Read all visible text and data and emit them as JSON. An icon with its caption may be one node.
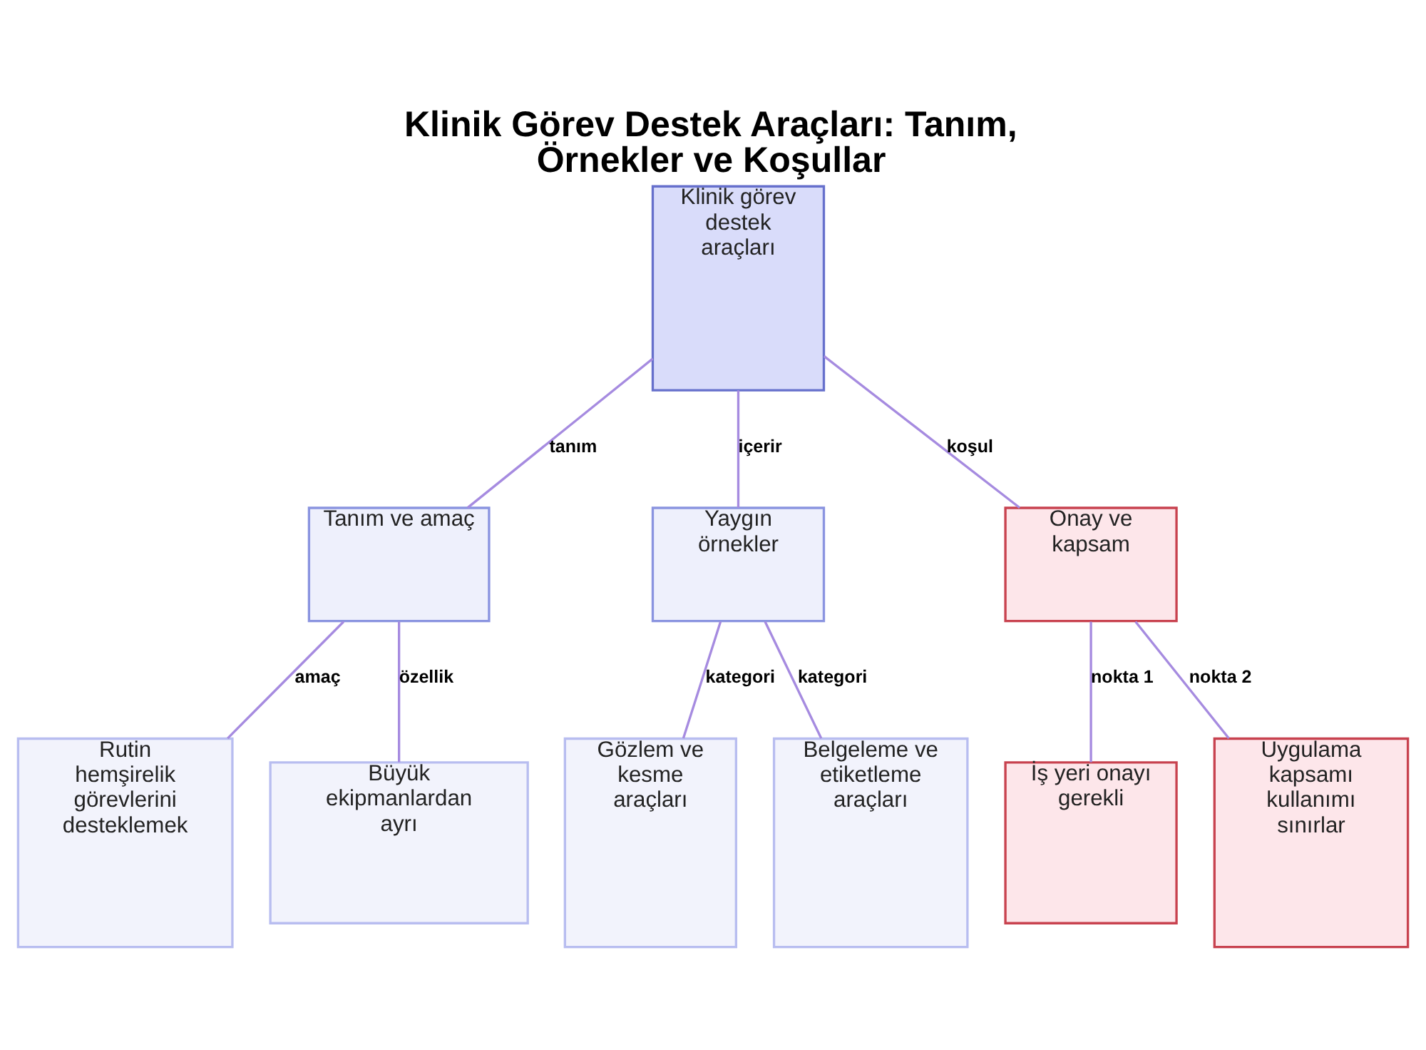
{
  "diagram": {
    "title": "Klinik Görev Destek Araçları: Tanım, Örnekler ve Koşullar",
    "nodes": [
      {
        "text": [
          "Klinik görev destek araçları"
        ]
      },
      {
        "text": [
          "Tanım ve amaç"
        ]
      },
      {
        "text": [
          "Yaygın örnekler"
        ]
      },
      {
        "text": [
          "Onay ve kapsam"
        ]
      },
      {
        "text": [
          "Rutin hemşirelik görevlerini desteklemek"
        ]
      },
      {
        "text": [
          "Büyük ekipmanlardan ayrı"
        ]
      },
      {
        "text": [
          "Gözlem ve kesme araçları"
        ]
      },
      {
        "text": [
          "Belgeleme ve etiketleme araçları"
        ]
      },
      {
        "text": [
          "İş yeri onayı gerekli"
        ]
      },
      {
        "text": [
          "Uygulama kapsamı kullanımı sınırlar"
        ]
      }
    ],
    "edges": [
      {
        "from": 0,
        "to": 1,
        "arrow": "none",
        "label": "tanım"
      },
      {
        "from": 0,
        "to": 2,
        "arrow": "none",
        "label": "içerir"
      },
      {
        "from": 0,
        "to": 3,
        "arrow": "none",
        "label": "koşul"
      },
      {
        "from": 1,
        "to": 4,
        "arrow": "none",
        "label": "amaç"
      },
      {
        "from": 1,
        "to": 5,
        "arrow": "none",
        "label": "özellik"
      },
      {
        "from": 2,
        "to": 6,
        "arrow": "none",
        "label": "kategori"
      },
      {
        "from": 2,
        "to": 7,
        "arrow": "none",
        "label": "kategori"
      },
      {
        "from": 3,
        "to": 8,
        "arrow": "none",
        "label": "nokta 1"
      },
      {
        "from": 3,
        "to": 9,
        "arrow": "none",
        "label": "nokta 2"
      }
    ]
  }
}
